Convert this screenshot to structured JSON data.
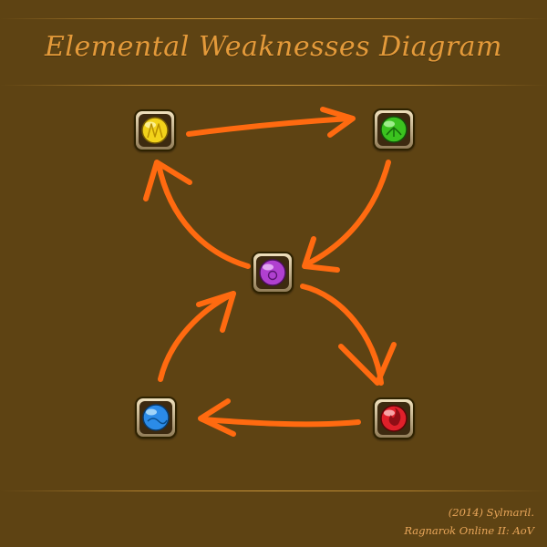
{
  "title": "Elemental Weaknesses Diagram",
  "credits": {
    "line1": "(2014) Sylmaril.",
    "line2": "Ragnarok Online II: AoV"
  },
  "colors": {
    "background": "#5e4313",
    "title": "#e49a3a",
    "arrow": "#ff6a10",
    "credits": "#e9a65a"
  },
  "nodes": [
    {
      "id": "yellow",
      "icon": "yellow-element-orb-icon",
      "color": "#f2d21a"
    },
    {
      "id": "green",
      "icon": "green-element-orb-icon",
      "color": "#3bc21f"
    },
    {
      "id": "purple",
      "icon": "purple-element-orb-icon",
      "color": "#b040d0"
    },
    {
      "id": "blue",
      "icon": "blue-element-orb-icon",
      "color": "#2b8be8"
    },
    {
      "id": "red",
      "icon": "red-element-orb-icon",
      "color": "#e0202a"
    }
  ],
  "edges": [
    {
      "from": "yellow",
      "to": "green"
    },
    {
      "from": "green",
      "to": "purple"
    },
    {
      "from": "purple",
      "to": "red"
    },
    {
      "from": "red",
      "to": "blue"
    },
    {
      "from": "blue",
      "to": "purple"
    },
    {
      "from": "purple",
      "to": "yellow"
    }
  ]
}
